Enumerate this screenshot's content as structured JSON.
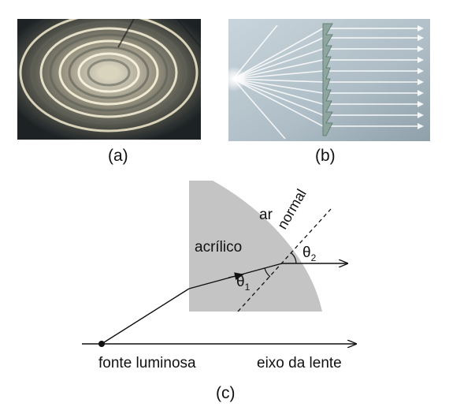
{
  "panels": {
    "a": {
      "caption": "(a)"
    },
    "b": {
      "caption": "(b)"
    },
    "c": {
      "caption": "(c)",
      "labels": {
        "air": "ar",
        "acrylic": "acrílico",
        "normal": "normal",
        "theta1": "θ",
        "theta1_sub": "1",
        "theta2": "θ",
        "theta2_sub": "2",
        "source": "fonte luminosa",
        "axis": "eixo da lente"
      }
    }
  },
  "colors": {
    "acrylic_fill": "#c4c4c4",
    "ink": "#111111",
    "photo_bg_b": "#b9c7d0",
    "lens_green": "#8aa39a"
  }
}
